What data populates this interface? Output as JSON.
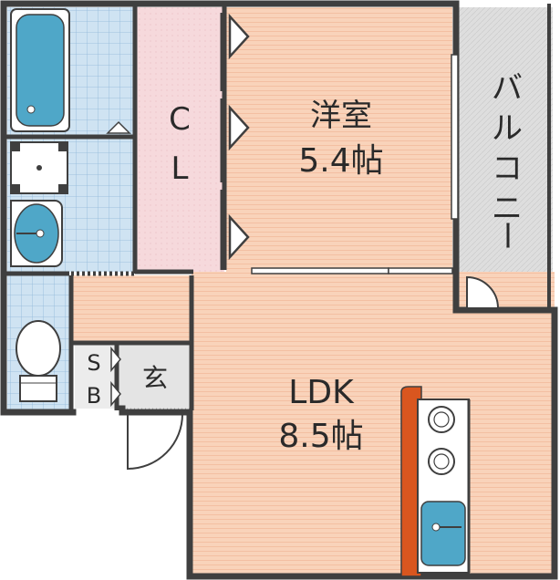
{
  "colors": {
    "wall": "#3f3f3f",
    "bath_tile": "#cfe3f2",
    "tile_grid": "#8fb6d8",
    "fixture": "#4fa7c8",
    "floor_wood": "#f9d3ba",
    "floor_line": "#f1b99a",
    "closet_floor": "#f6d9dc",
    "balcony": "#dedede",
    "counter": "#d9561f"
  },
  "rooms": {
    "closet": {
      "label_line1": "C",
      "label_line2": "L"
    },
    "western_room": {
      "label_line1": "洋室",
      "label_line2": "5.4帖"
    },
    "balcony": {
      "label_chars": [
        "バ",
        "ル",
        "コ",
        "ニ",
        "ー"
      ]
    },
    "ldk": {
      "label_line1": "LDK",
      "label_line2": "8.5帖"
    },
    "shoe_box": {
      "label_line1": "S",
      "label_line2": "B"
    },
    "entrance": {
      "label": "玄"
    }
  },
  "icons": {
    "bathtub": "bathtub-icon",
    "washer": "washing-machine-pan-icon",
    "sink": "washbasin-icon",
    "toilet": "toilet-icon",
    "stove": "stove-burner-icon",
    "kitchen_sink": "kitchen-sink-icon"
  }
}
